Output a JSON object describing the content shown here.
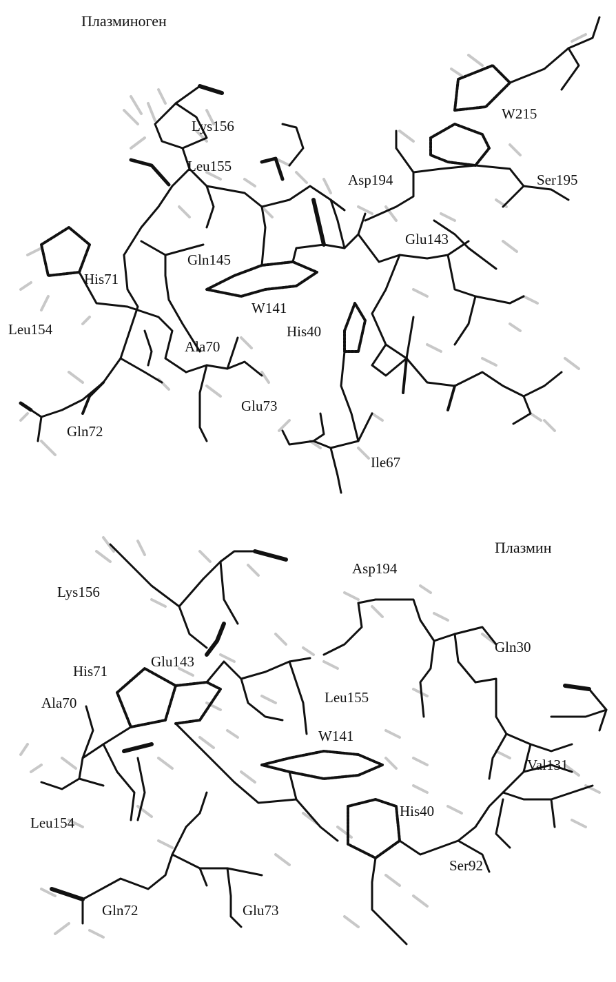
{
  "panels": [
    {
      "id": "top",
      "title": "Плазминоген",
      "labels": [
        "Lys156",
        "Leu155",
        "Gln145",
        "His71",
        "Leu154",
        "W141",
        "Ala70",
        "Gln72",
        "Glu73",
        "His40",
        "Asp194",
        "W215",
        "Ser195",
        "Glu143",
        "Ile67"
      ]
    },
    {
      "id": "bottom",
      "title": "Плазмин",
      "labels": [
        "Lys156",
        "Asp194",
        "His71",
        "Glu143",
        "Ala70",
        "Gln30",
        "Leu155",
        "W141",
        "Val131",
        "Leu154",
        "His40",
        "Ser92",
        "Gln72",
        "Glu73"
      ]
    }
  ],
  "colors": {
    "bond": "#111111",
    "hydrogen": "#c8c8c8",
    "text": "#111111"
  }
}
